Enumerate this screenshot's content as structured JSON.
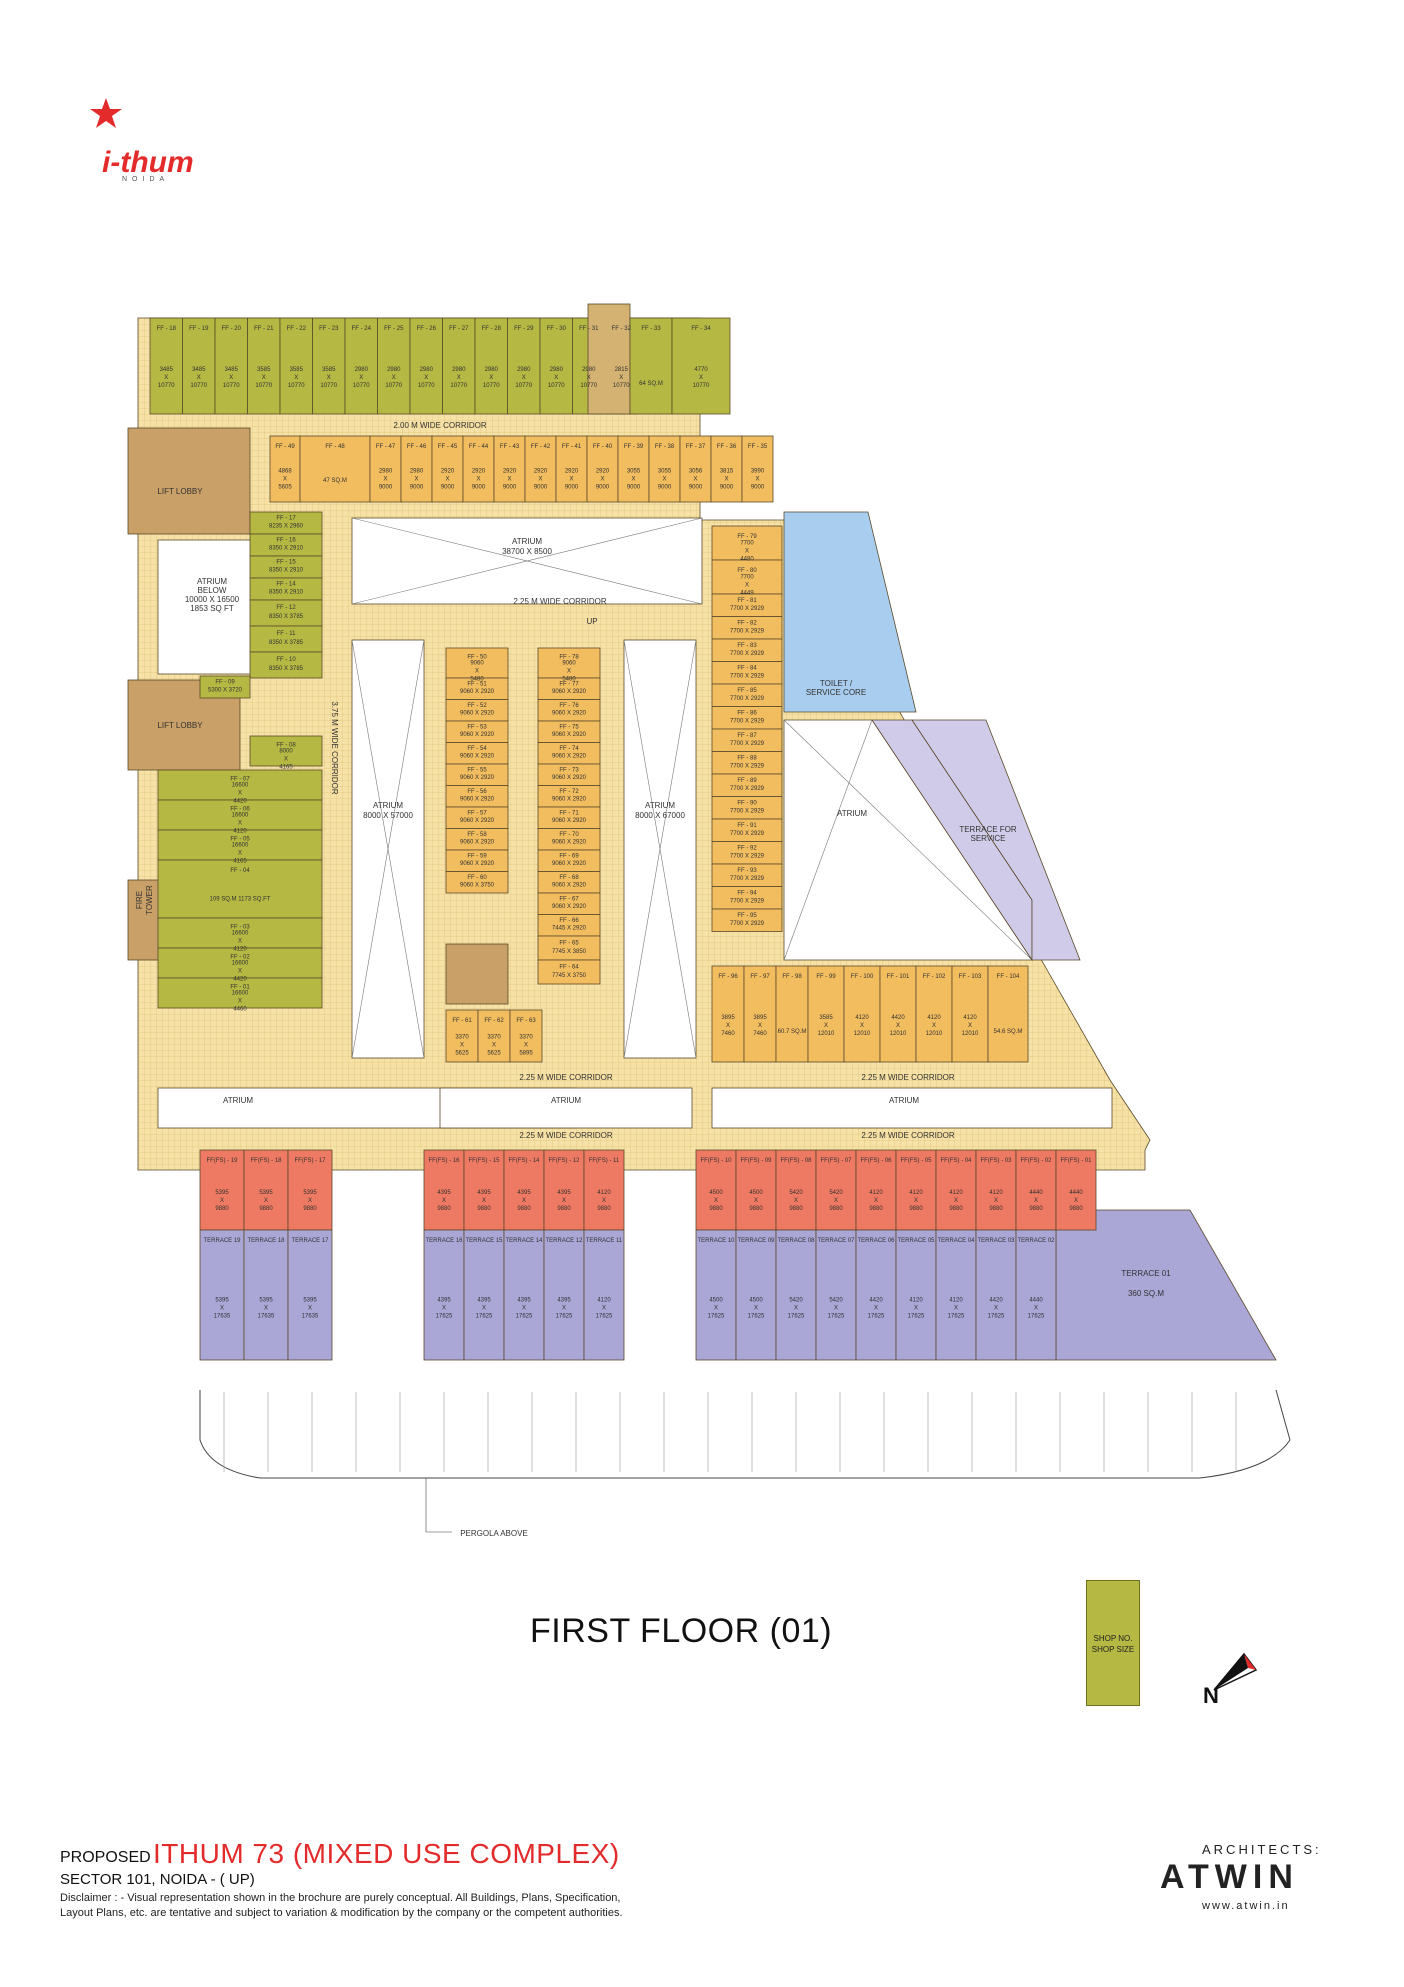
{
  "logo": {
    "wordmark": "i-thum",
    "subtitle": "NOIDA",
    "star_color": "#e32b2b"
  },
  "plan": {
    "title": "FIRST FLOOR (01)",
    "colors": {
      "shop": "#b5b843",
      "shop_orange": "#f2bd5f",
      "shop_red": "#ee7a63",
      "terrace": "#aaa6d6",
      "corridor": "#f6e1a6",
      "service": "#a9cdee",
      "terrace_service": "#cfcbe8"
    },
    "corridors": {
      "top": "2.00 M WIDE CORRIDOR",
      "center": "2.25 M WIDE CORRIDOR",
      "left_vertical": "3.75 M WIDE CORRIDOR",
      "bottom1": "2.25 M WIDE CORRIDOR",
      "bottom2": "2.25 M WIDE CORRIDOR"
    },
    "atriums": {
      "top": {
        "label": "ATRIUM",
        "size": "38700 X 8500"
      },
      "left": {
        "label": "ATRIUM",
        "size": "8000 X 57000"
      },
      "right": {
        "label": "ATRIUM",
        "size": "8000 X 67000"
      },
      "below": {
        "label": "ATRIUM BELOW",
        "size": "10000 X 16500",
        "area": "1853 SQ FT"
      },
      "service": "ATRIUM",
      "bottom_left": "ATRIUM",
      "bottom_right": "ATRIUM"
    },
    "lift_lobby_1": "LIFT LOBBY",
    "lift_lobby_2": "LIFT LOBBY",
    "fire_tower": "FIRE TOWER",
    "toilet": "TOILET / SERVICE CORE",
    "terrace_service": "TERRACE FOR SERVICE",
    "up_label": "UP",
    "pergola": "PERGOLA ABOVE",
    "top_row_shops": [
      {
        "id": "FF - 18",
        "size": "3485 X 10770"
      },
      {
        "id": "FF - 19",
        "size": "3485 X 10770"
      },
      {
        "id": "FF - 20",
        "size": "3485 X 10770"
      },
      {
        "id": "FF - 21",
        "size": "3585 X 10770"
      },
      {
        "id": "FF - 22",
        "size": "3585 X 10770"
      },
      {
        "id": "FF - 23",
        "size": "3585 X 10770"
      },
      {
        "id": "FF - 24",
        "size": "2980 X 10770"
      },
      {
        "id": "FF - 25",
        "size": "2980 X 10770"
      },
      {
        "id": "FF - 26",
        "size": "2980 X 10770"
      },
      {
        "id": "FF - 27",
        "size": "2980 X 10770"
      },
      {
        "id": "FF - 28",
        "size": "2980 X 10770"
      },
      {
        "id": "FF - 29",
        "size": "2980 X 10770"
      },
      {
        "id": "FF - 30",
        "size": "2980 X 10770"
      },
      {
        "id": "FF - 31",
        "size": "2980 X 10770"
      },
      {
        "id": "FF - 32",
        "size": "2815 X 10770"
      }
    ],
    "ff33": {
      "id": "FF - 33",
      "size": "64 SQ.M"
    },
    "ff34": {
      "id": "FF - 34",
      "size": "4770 X 10770"
    },
    "second_row_shops": [
      {
        "id": "FF - 49",
        "size": "4868 X 5605"
      },
      {
        "id": "FF - 48",
        "size": "47 SQ.M"
      },
      {
        "id": "FF - 47",
        "size": "2980 X 9000"
      },
      {
        "id": "FF - 46",
        "size": "2980 X 9000"
      },
      {
        "id": "FF - 45",
        "size": "2920 X 9000"
      },
      {
        "id": "FF - 44",
        "size": "2920 X 9000"
      },
      {
        "id": "FF - 43",
        "size": "2920 X 9000"
      },
      {
        "id": "FF - 42",
        "size": "2920 X 9000"
      },
      {
        "id": "FF - 41",
        "size": "2920 X 9000"
      },
      {
        "id": "FF - 40",
        "size": "2920 X 9000"
      },
      {
        "id": "FF - 39",
        "size": "3055 X 9000"
      },
      {
        "id": "FF - 38",
        "size": "3055 X 9000"
      },
      {
        "id": "FF - 37",
        "size": "3056 X 9000"
      },
      {
        "id": "FF - 36",
        "size": "3815 X 9000"
      },
      {
        "id": "FF - 35",
        "size": "3990 X 9000"
      }
    ],
    "left_col_shops": [
      {
        "id": "FF - 17",
        "size": "8235 X 2960"
      },
      {
        "id": "FF - 16",
        "size": "8350 X 2910"
      },
      {
        "id": "FF - 15",
        "size": "8350 X 2910"
      },
      {
        "id": "FF - 14",
        "size": "8350 X 2910"
      },
      {
        "id": "FF - 12",
        "size": "8350 X 3785"
      },
      {
        "id": "FF - 11",
        "size": "8350 X 3785"
      },
      {
        "id": "FF - 10",
        "size": "8350 X 3785"
      }
    ],
    "ff09": {
      "id": "FF - 09",
      "size": "5300 X 3720"
    },
    "ff08": {
      "id": "FF - 08",
      "size": "8000 X 4165"
    },
    "lower_left_shops": [
      {
        "id": "FF - 07",
        "size": "16600 X 4420"
      },
      {
        "id": "FF - 06",
        "size": "16600 X 4120"
      },
      {
        "id": "FF - 05",
        "size": "16600 X 4165"
      },
      {
        "id": "FF - 04",
        "size": "109 SQ.M 1173 SQ.FT"
      },
      {
        "id": "FF - 03",
        "size": "16600 X 4120"
      },
      {
        "id": "FF - 02",
        "size": "16600 X 4420"
      },
      {
        "id": "FF - 01",
        "size": "16600 X 4460"
      }
    ],
    "center_left": [
      {
        "id": "FF - 50",
        "size": "9060 X 5480"
      },
      {
        "id": "FF - 51",
        "size": "9060 X 2920"
      },
      {
        "id": "FF - 52",
        "size": "9060 X 2920"
      },
      {
        "id": "FF - 53",
        "size": "9060 X 2920"
      },
      {
        "id": "FF - 54",
        "size": "9060 X 2920"
      },
      {
        "id": "FF - 55",
        "size": "9060 X 2920"
      },
      {
        "id": "FF - 56",
        "size": "9060 X 2920"
      },
      {
        "id": "FF - 57",
        "size": "9060 X 2920"
      },
      {
        "id": "FF - 58",
        "size": "9060 X 2920"
      },
      {
        "id": "FF - 59",
        "size": "9060 X 2920"
      },
      {
        "id": "FF - 60",
        "size": "9060 X 3750"
      }
    ],
    "center_right": [
      {
        "id": "FF - 78",
        "size": "9060 X 5480"
      },
      {
        "id": "FF - 77",
        "size": "9060 X 2920"
      },
      {
        "id": "FF - 76",
        "size": "9060 X 2920"
      },
      {
        "id": "FF - 75",
        "size": "9060 X 2920"
      },
      {
        "id": "FF - 74",
        "size": "9060 X 2920"
      },
      {
        "id": "FF - 73",
        "size": "9060 X 2920"
      },
      {
        "id": "FF - 72",
        "size": "9060 X 2920"
      },
      {
        "id": "FF - 71",
        "size": "9060 X 2920"
      },
      {
        "id": "FF - 70",
        "size": "9060 X 2920"
      },
      {
        "id": "FF - 69",
        "size": "9060 X 2920"
      },
      {
        "id": "FF - 68",
        "size": "9060 X 2920"
      },
      {
        "id": "FF - 67",
        "size": "9060 X 2920"
      },
      {
        "id": "FF - 66",
        "size": "7445 X 2920"
      },
      {
        "id": "FF - 65",
        "size": "7745 X 3850"
      },
      {
        "id": "FF - 64",
        "size": "7745 X 3750"
      }
    ],
    "center_bottom": [
      {
        "id": "FF - 61",
        "size": "3370 X 5625"
      },
      {
        "id": "FF - 62",
        "size": "3370 X 5625"
      },
      {
        "id": "FF - 63",
        "size": "3370 X 5895"
      }
    ],
    "right_col": [
      {
        "id": "FF - 79",
        "size": "7700 X 4480"
      },
      {
        "id": "FF - 80",
        "size": "7700 X 4449"
      },
      {
        "id": "FF - 81",
        "size": "7700 X 2929"
      },
      {
        "id": "FF - 82",
        "size": "7700 X 2929"
      },
      {
        "id": "FF - 83",
        "size": "7700 X 2929"
      },
      {
        "id": "FF - 84",
        "size": "7700 X 2929"
      },
      {
        "id": "FF - 85",
        "size": "7700 X 2929"
      },
      {
        "id": "FF - 86",
        "size": "7700 X 2929"
      },
      {
        "id": "FF - 87",
        "size": "7700 X 2929"
      },
      {
        "id": "FF - 88",
        "size": "7700 X 2929"
      },
      {
        "id": "FF - 89",
        "size": "7700 X 2929"
      },
      {
        "id": "FF - 90",
        "size": "7700 X 2929"
      },
      {
        "id": "FF - 91",
        "size": "7700 X 2929"
      },
      {
        "id": "FF - 92",
        "size": "7700 X 2929"
      },
      {
        "id": "FF - 93",
        "size": "7700 X 2929"
      },
      {
        "id": "FF - 94",
        "size": "7700 X 2929"
      },
      {
        "id": "FF - 95",
        "size": "7700 X 2929"
      }
    ],
    "bottom_right_row": [
      {
        "id": "FF - 96",
        "size": "3895 X 7460"
      },
      {
        "id": "FF - 97",
        "size": "3895 X 7460"
      },
      {
        "id": "FF - 98",
        "size": "60.7 SQ.M"
      },
      {
        "id": "FF - 99",
        "size": "3585 X 12010"
      },
      {
        "id": "FF - 100",
        "size": "4120 X 12010"
      },
      {
        "id": "FF - 101",
        "size": "4420 X 12010"
      },
      {
        "id": "FF - 102",
        "size": "4120 X 12010"
      },
      {
        "id": "FF - 103",
        "size": "4120 X 12010"
      },
      {
        "id": "FF - 104",
        "size": "54.6 SQ.M"
      }
    ],
    "red_left": [
      {
        "id": "FF(FS) - 19",
        "size": "5395 X 9880"
      },
      {
        "id": "FF(FS) - 18",
        "size": "5395 X 9880"
      },
      {
        "id": "FF(FS) - 17",
        "size": "5395 X 9880"
      }
    ],
    "red_mid": [
      {
        "id": "FF(FS) - 16",
        "size": "4395 X 9880"
      },
      {
        "id": "FF(FS) - 15",
        "size": "4395 X 9880"
      },
      {
        "id": "FF(FS) - 14",
        "size": "4395 X 9880"
      },
      {
        "id": "FF(FS) - 12",
        "size": "4395 X 9880"
      },
      {
        "id": "FF(FS) - 11",
        "size": "4120 X 9880"
      }
    ],
    "red_right": [
      {
        "id": "FF(FS) - 10",
        "size": "4500 X 9880"
      },
      {
        "id": "FF(FS) - 09",
        "size": "4500 X 9880"
      },
      {
        "id": "FF(FS) - 08",
        "size": "5420 X 9880"
      },
      {
        "id": "FF(FS) - 07",
        "size": "5420 X 9880"
      },
      {
        "id": "FF(FS) - 06",
        "size": "4120 X 9880"
      },
      {
        "id": "FF(FS) - 05",
        "size": "4120 X 9880"
      },
      {
        "id": "FF(FS) - 04",
        "size": "4120 X 9880"
      },
      {
        "id": "FF(FS) - 03",
        "size": "4120 X 9880"
      },
      {
        "id": "FF(FS) - 02",
        "size": "4440 X 9880"
      },
      {
        "id": "FF(FS) - 01",
        "size": "4440 X 9880"
      }
    ],
    "terrace_left": [
      {
        "id": "TERRACE 19",
        "size": "5395 X 17635"
      },
      {
        "id": "TERRACE 18",
        "size": "5395 X 17635"
      },
      {
        "id": "TERRACE 17",
        "size": "5395 X 17635"
      }
    ],
    "terrace_mid": [
      {
        "id": "TERRACE 16",
        "size": "4395 X 17625"
      },
      {
        "id": "TERRACE 15",
        "size": "4395 X 17625"
      },
      {
        "id": "TERRACE 14",
        "size": "4395 X 17625"
      },
      {
        "id": "TERRACE 12",
        "size": "4395 X 17625"
      },
      {
        "id": "TERRACE 11",
        "size": "4120 X 17625"
      }
    ],
    "terrace_right": [
      {
        "id": "TERRACE 10",
        "size": "4500 X 17625"
      },
      {
        "id": "TERRACE 09",
        "size": "4500 X 17625"
      },
      {
        "id": "TERRACE 08",
        "size": "5420 X 17625"
      },
      {
        "id": "TERRACE 07",
        "size": "5420 X 17625"
      },
      {
        "id": "TERRACE 06",
        "size": "4420 X 17625"
      },
      {
        "id": "TERRACE 05",
        "size": "4120 X 17625"
      },
      {
        "id": "TERRACE 04",
        "size": "4120 X 17625"
      },
      {
        "id": "TERRACE 03",
        "size": "4420 X 17625"
      },
      {
        "id": "TERRACE 02",
        "size": "4440 X 17625"
      }
    ],
    "terrace_big": {
      "id": "TERRACE 01",
      "size": "360 SQ.M"
    }
  },
  "legend": {
    "shop_no": "SHOP NO.",
    "shop_size": "SHOP SIZE"
  },
  "north": "N",
  "footer": {
    "proposed": "PROPOSED",
    "project": "ITHUM 73  (MIXED USE COMPLEX)",
    "sector": "SECTOR 101, NOIDA -  ( UP)",
    "disclaimer_line1": "Disclaimer : - Visual representation shown in the brochure are purely conceptual. All Buildings, Plans, Specification,",
    "disclaimer_line2": "Layout Plans, etc. are tentative and subject to variation & modification by the company or the competent authorities.",
    "architects": "ARCHITECTS:",
    "firm": "ATWIN",
    "url": "www.atwin.in"
  }
}
